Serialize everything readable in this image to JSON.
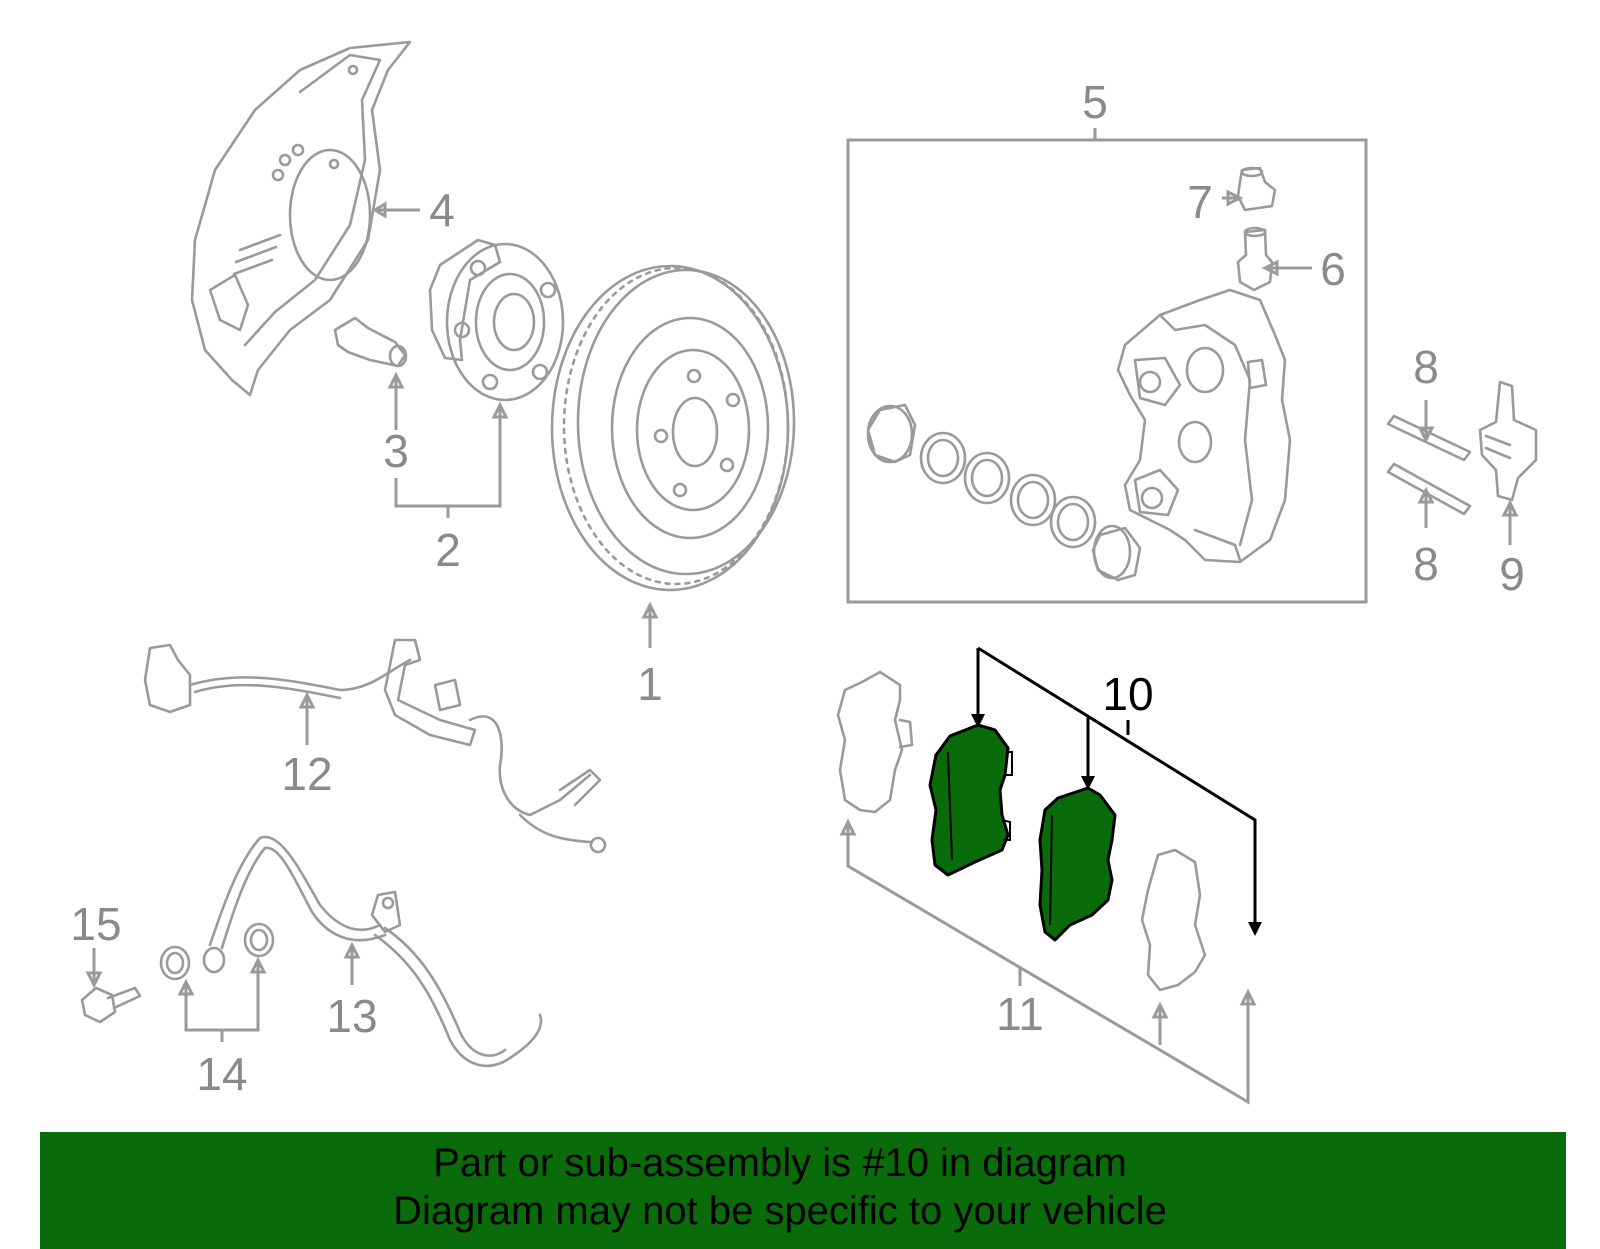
{
  "callouts": {
    "c1": "1",
    "c2": "2",
    "c3": "3",
    "c4": "4",
    "c5": "5",
    "c6": "6",
    "c7": "7",
    "c8a": "8",
    "c8b": "8",
    "c9": "9",
    "c10": "10",
    "c11": "11",
    "c12": "12",
    "c13": "13",
    "c14": "14",
    "c15": "15"
  },
  "colors": {
    "highlight_part": "#0a6b0a",
    "banner_background": "#0a6b0a",
    "part_outline": "#9a9a9a",
    "highlight_leader": "#000000"
  },
  "banner": {
    "line1": "Part or sub-assembly is #10 in diagram",
    "line2": "Diagram may not be specific to your vehicle"
  }
}
